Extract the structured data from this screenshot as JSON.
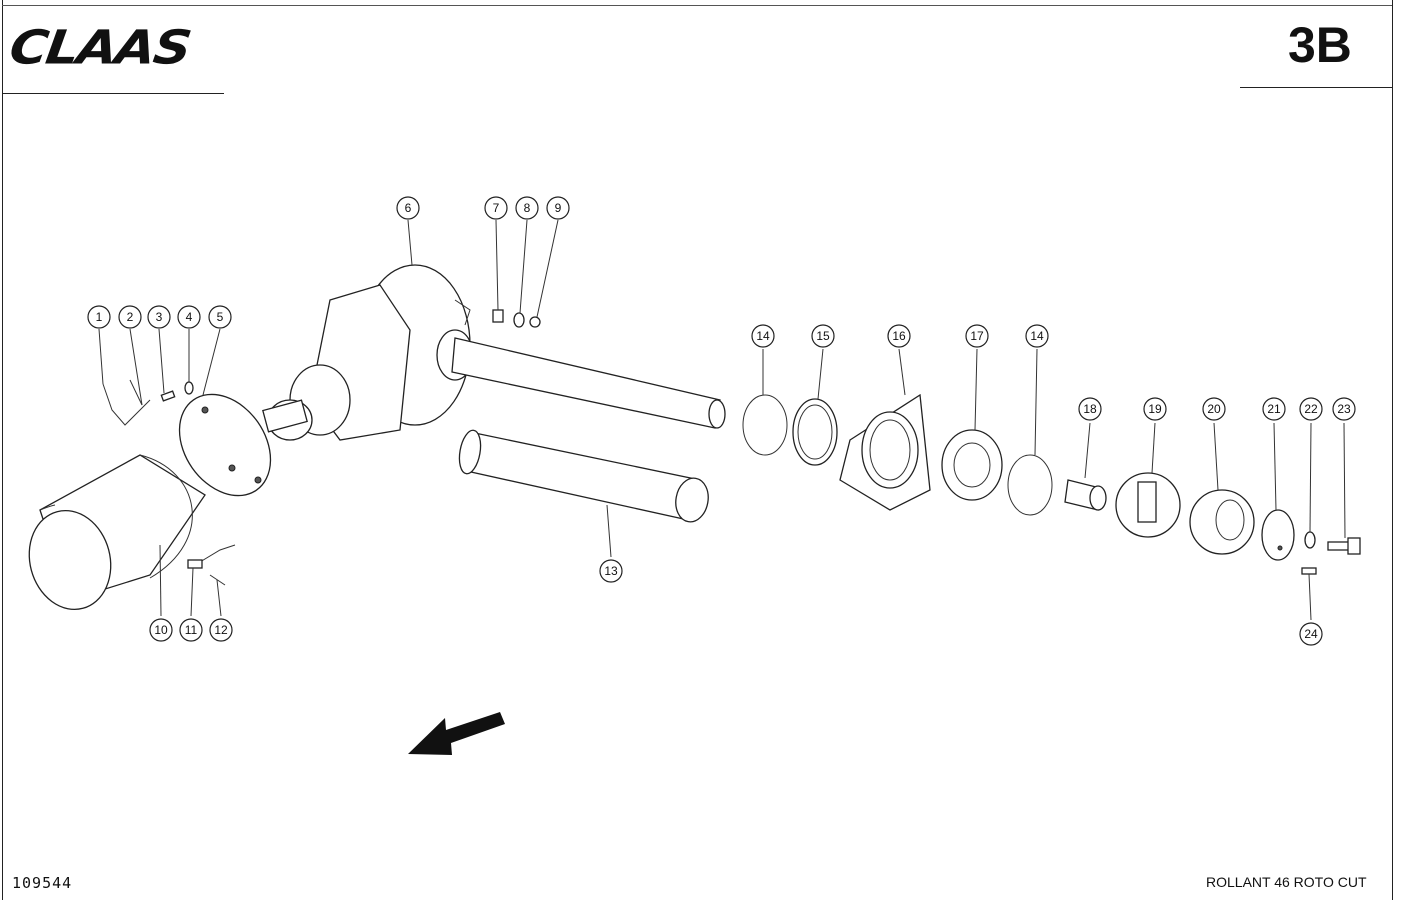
{
  "brand": "CLAAS",
  "page_number": "3B",
  "document_number": "109544",
  "model": "ROLLANT 46 ROTO CUT",
  "callouts": [
    "1",
    "2",
    "3",
    "4",
    "5",
    "6",
    "7",
    "8",
    "9",
    "10",
    "11",
    "12",
    "13",
    "14",
    "14",
    "15",
    "16",
    "17",
    "18",
    "19",
    "20",
    "21",
    "22",
    "23",
    "24"
  ]
}
